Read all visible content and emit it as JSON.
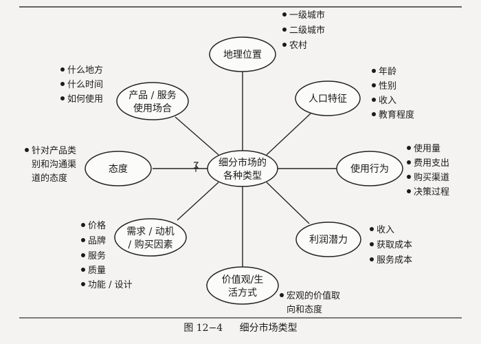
{
  "center": {
    "line1": "细分市场的",
    "line2": "各种类型"
  },
  "nodes": {
    "geo": {
      "lines": [
        "地理位置"
      ],
      "items": [
        "一级城市",
        "二级城市",
        "农村"
      ]
    },
    "demo": {
      "lines": [
        "人口特征"
      ],
      "items": [
        "年龄",
        "性别",
        "收入",
        "教育程度"
      ]
    },
    "usage": {
      "lines": [
        "使用行为"
      ],
      "items": [
        "使用量",
        "费用支出",
        "购买渠道",
        "决策过程"
      ]
    },
    "profit": {
      "lines": [
        "利润潜力"
      ],
      "items": [
        "收入",
        "获取成本",
        "服务成本"
      ]
    },
    "values": {
      "lines": [
        "价值观/生",
        "活方式"
      ],
      "items": [
        "宏观的价值取",
        "向和态度"
      ]
    },
    "needs": {
      "lines": [
        "需求 / 动机",
        "/ 购买因素"
      ],
      "items": [
        "价格",
        "品牌",
        "服务",
        "质量",
        "功能 / 设计"
      ]
    },
    "attitude": {
      "lines": [
        "态度"
      ],
      "items": [
        "针对产品类",
        "别和沟通渠",
        "道的态度"
      ]
    },
    "occasion": {
      "lines": [
        "产品 / 服务",
        "使用场合"
      ],
      "items": [
        "什么地方",
        "什么时间",
        "如何使用"
      ]
    }
  },
  "caption": {
    "figure": "图 12−4",
    "title": "细分市场类型"
  }
}
